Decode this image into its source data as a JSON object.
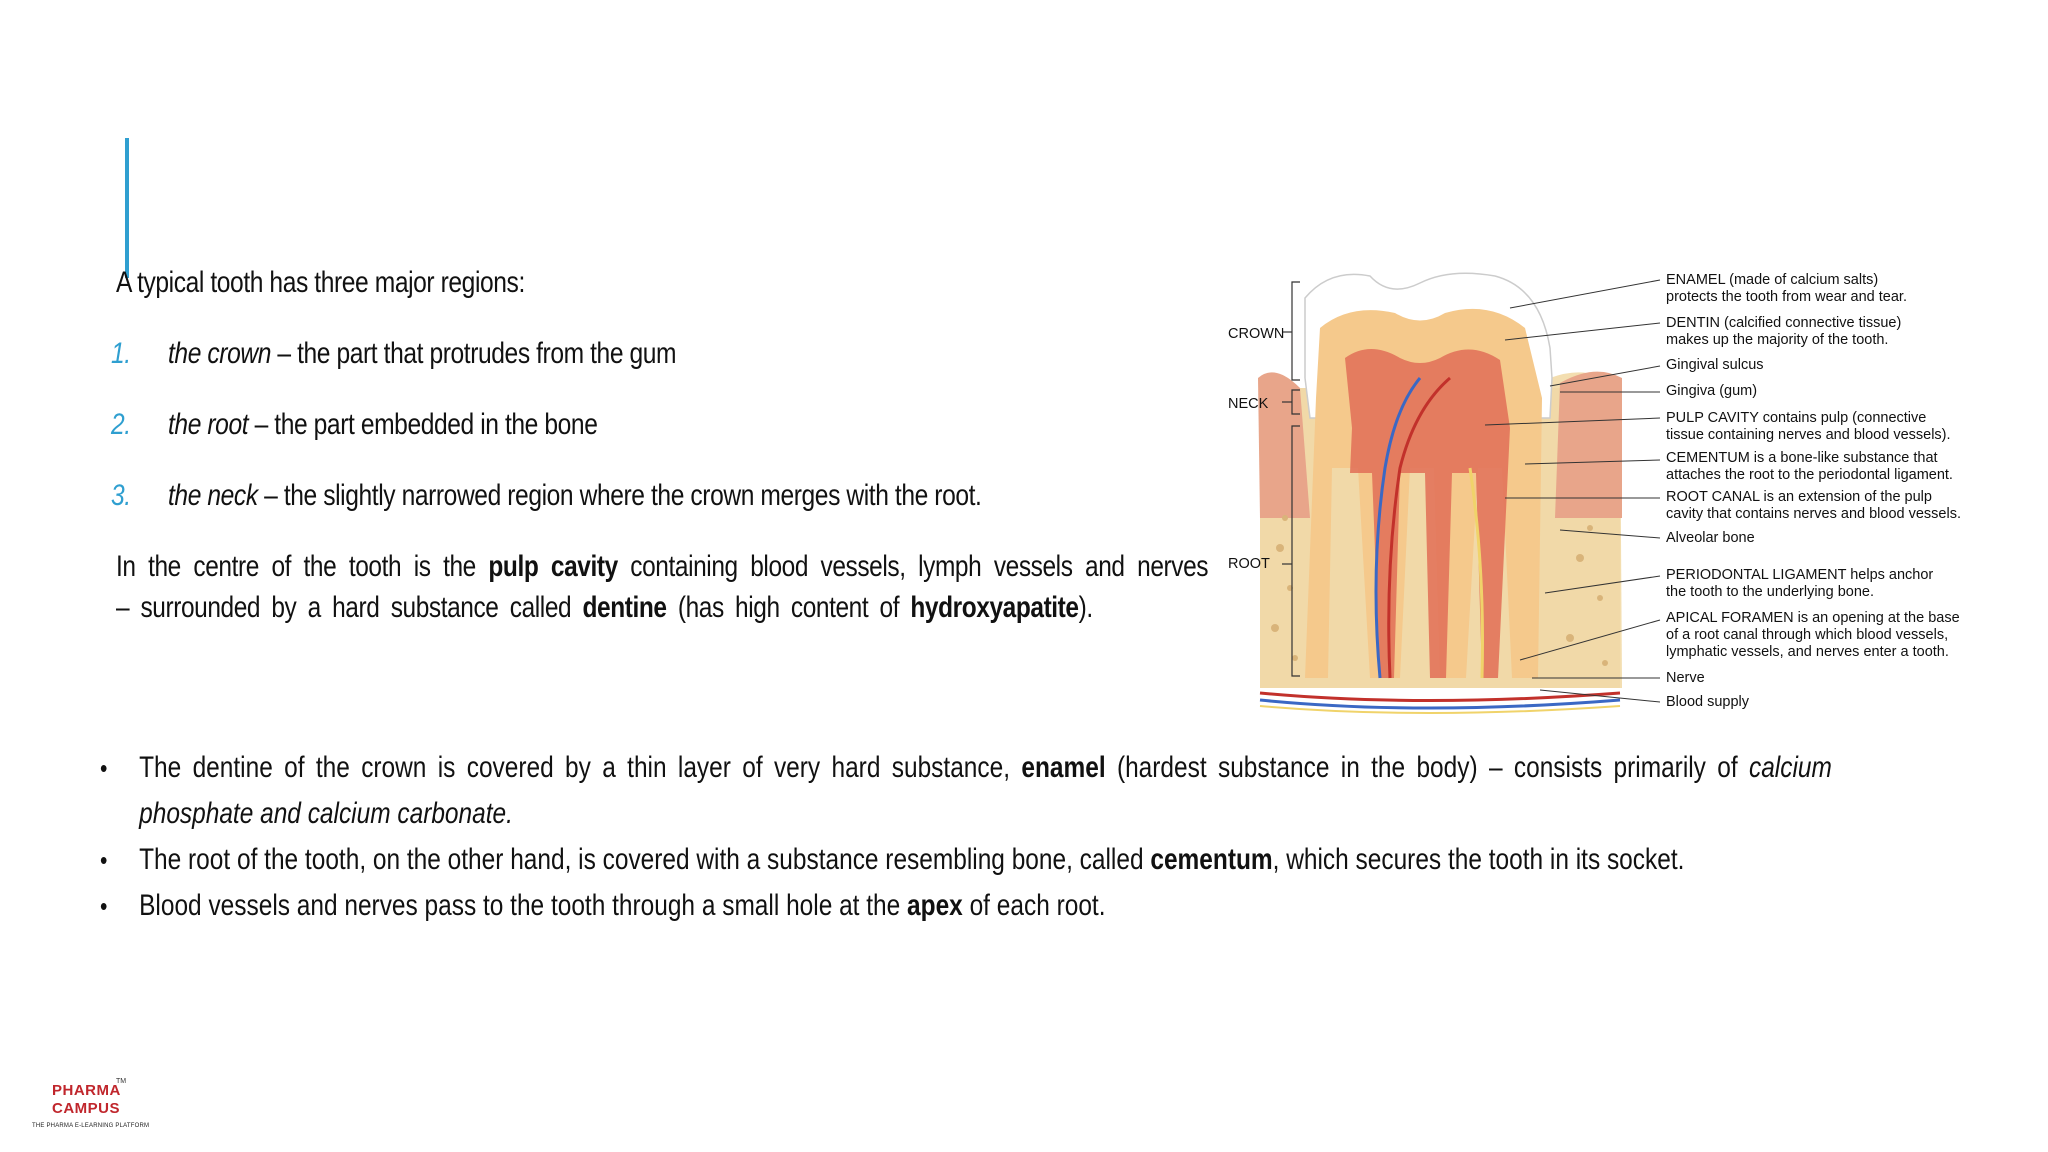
{
  "intro": "A typical tooth has three major regions:",
  "regions": [
    {
      "num": "1.",
      "term": "the crown",
      "desc": " – the part that protrudes from the gum"
    },
    {
      "num": "2.",
      "term": "the root",
      "desc": " – the part embedded in the bone"
    },
    {
      "num": "3.",
      "term": "the neck",
      "desc": " – the slightly narrowed region where the crown merges with the root."
    }
  ],
  "paragraph": {
    "p1": "In the centre of the tooth is the ",
    "b1": "pulp cavity",
    "p2": " containing blood vessels, lymph vessels and nerves – surrounded by a hard substance called ",
    "b2": "dentine",
    "p3": " (has high content of ",
    "b3": "hydroxyapatite",
    "p4": ")."
  },
  "bullets": [
    {
      "t1": "The dentine of the crown is covered by a thin layer of very hard substance, ",
      "b": "enamel",
      "t2": " (hardest substance in the body) – consists primarily of ",
      "i": "calcium phosphate and calcium carbonate.",
      "t3": ""
    },
    {
      "t1": "The root of the tooth, on the other hand, is covered with a substance resembling bone, called ",
      "b": "cementum",
      "t2": ", which secures the tooth in its socket.",
      "i": "",
      "t3": ""
    },
    {
      "t1": "Blood vessels and nerves pass to the tooth through a small hole at the ",
      "b": "apex",
      "t2": " of each root.",
      "i": "",
      "t3": ""
    }
  ],
  "diagram": {
    "left_labels": {
      "crown": "CROWN",
      "neck": "NECK",
      "root": "ROOT"
    },
    "right_labels": [
      {
        "l1": "ENAMEL (made of calcium salts)",
        "l2": "protects the tooth from wear and tear."
      },
      {
        "l1": "DENTIN (calcified connective tissue)",
        "l2": "makes up the majority of the tooth."
      },
      {
        "l1": "Gingival sulcus",
        "l2": ""
      },
      {
        "l1": "Gingiva (gum)",
        "l2": ""
      },
      {
        "l1": "PULP CAVITY contains pulp (connective",
        "l2": "tissue containing nerves and blood vessels)."
      },
      {
        "l1": "CEMENTUM is a bone-like substance that",
        "l2": "attaches the root to the periodontal ligament."
      },
      {
        "l1": "ROOT CANAL is an extension of the pulp",
        "l2": "cavity that contains nerves and blood vessels."
      },
      {
        "l1": "Alveolar bone",
        "l2": ""
      },
      {
        "l1": "PERIODONTAL LIGAMENT helps anchor",
        "l2": "the tooth to the underlying bone."
      },
      {
        "l1": "APICAL FORAMEN is an opening at the base",
        "l2": "of a root canal through which blood vessels,",
        "l3": "lymphatic vessels, and nerves enter a tooth."
      },
      {
        "l1": "Nerve",
        "l2": ""
      },
      {
        "l1": "Blood supply",
        "l2": ""
      }
    ]
  },
  "logo": {
    "line1": "PHARMA",
    "line2": "CAMPUS",
    "tm": "TM",
    "tagline": "THE PHARMA E-LEARNING PLATFORM"
  },
  "colors": {
    "accent": "#2f9fd0",
    "logo_red": "#c0262c"
  }
}
